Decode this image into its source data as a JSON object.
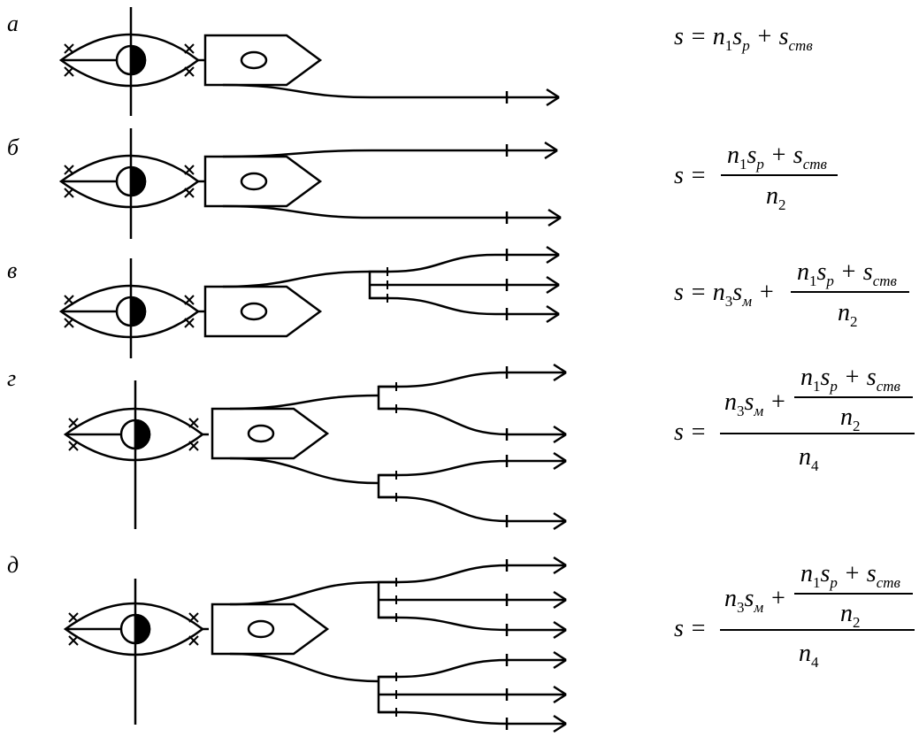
{
  "panels": [
    {
      "label": "а"
    },
    {
      "label": "б"
    },
    {
      "label": "в"
    },
    {
      "label": "г"
    },
    {
      "label": "д"
    }
  ],
  "formulas": {
    "a": "s = n1sp + sств",
    "b": "s = (n1sp + sств) / n2",
    "v": "s = n3sм + (n1sp + sств) / n2",
    "g": "s = (n3sм + (n1sp + sств) / n2) / n4",
    "d": "s = (n3sм + (n1sp + sств) / n2) / n4"
  }
}
